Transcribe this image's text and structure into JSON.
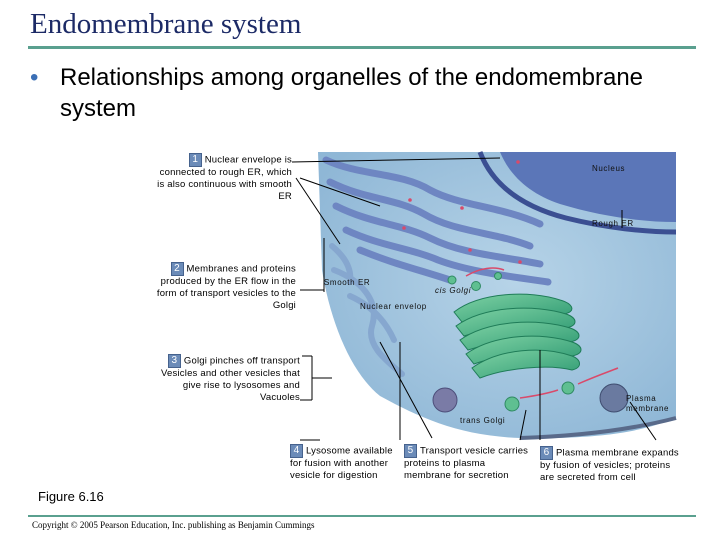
{
  "slide": {
    "title": "Endomembrane system",
    "bullet": "Relationships among organelles of the endomembrane system",
    "figure_label": "Figure 6.16",
    "copyright": "Copyright © 2005 Pearson Education, Inc. publishing as Benjamin Cummings",
    "accent_color": "#5aa08f",
    "title_color": "#1c2a66"
  },
  "steps": [
    {
      "num": "1",
      "text": "Nuclear envelope is connected to rough ER, which is also continuous with smooth ER"
    },
    {
      "num": "2",
      "text": "Membranes and proteins produced by the ER flow in the form of transport vesicles to the Golgi"
    },
    {
      "num": "3",
      "text": "Golgi pinches off transport Vesicles and other vesicles that give rise to lysosomes and Vacuoles"
    },
    {
      "num": "4",
      "text": "Lysosome available for fusion with another vesicle for digestion"
    },
    {
      "num": "5",
      "text": "Transport vesicle carries proteins to plasma membrane for secretion"
    },
    {
      "num": "6",
      "text": "Plasma membrane expands by fusion of vesicles; proteins are secreted from cell"
    }
  ],
  "labels": {
    "nucleus": "Nucleus",
    "rough_er": "Rough ER",
    "smooth_er": "Smooth ER",
    "cis_golgi": "cis Golgi",
    "nuclear_envelope": "Nuclear envelop",
    "trans_golgi": "trans Golgi",
    "plasma_membrane": "Plasma membrane"
  }
}
